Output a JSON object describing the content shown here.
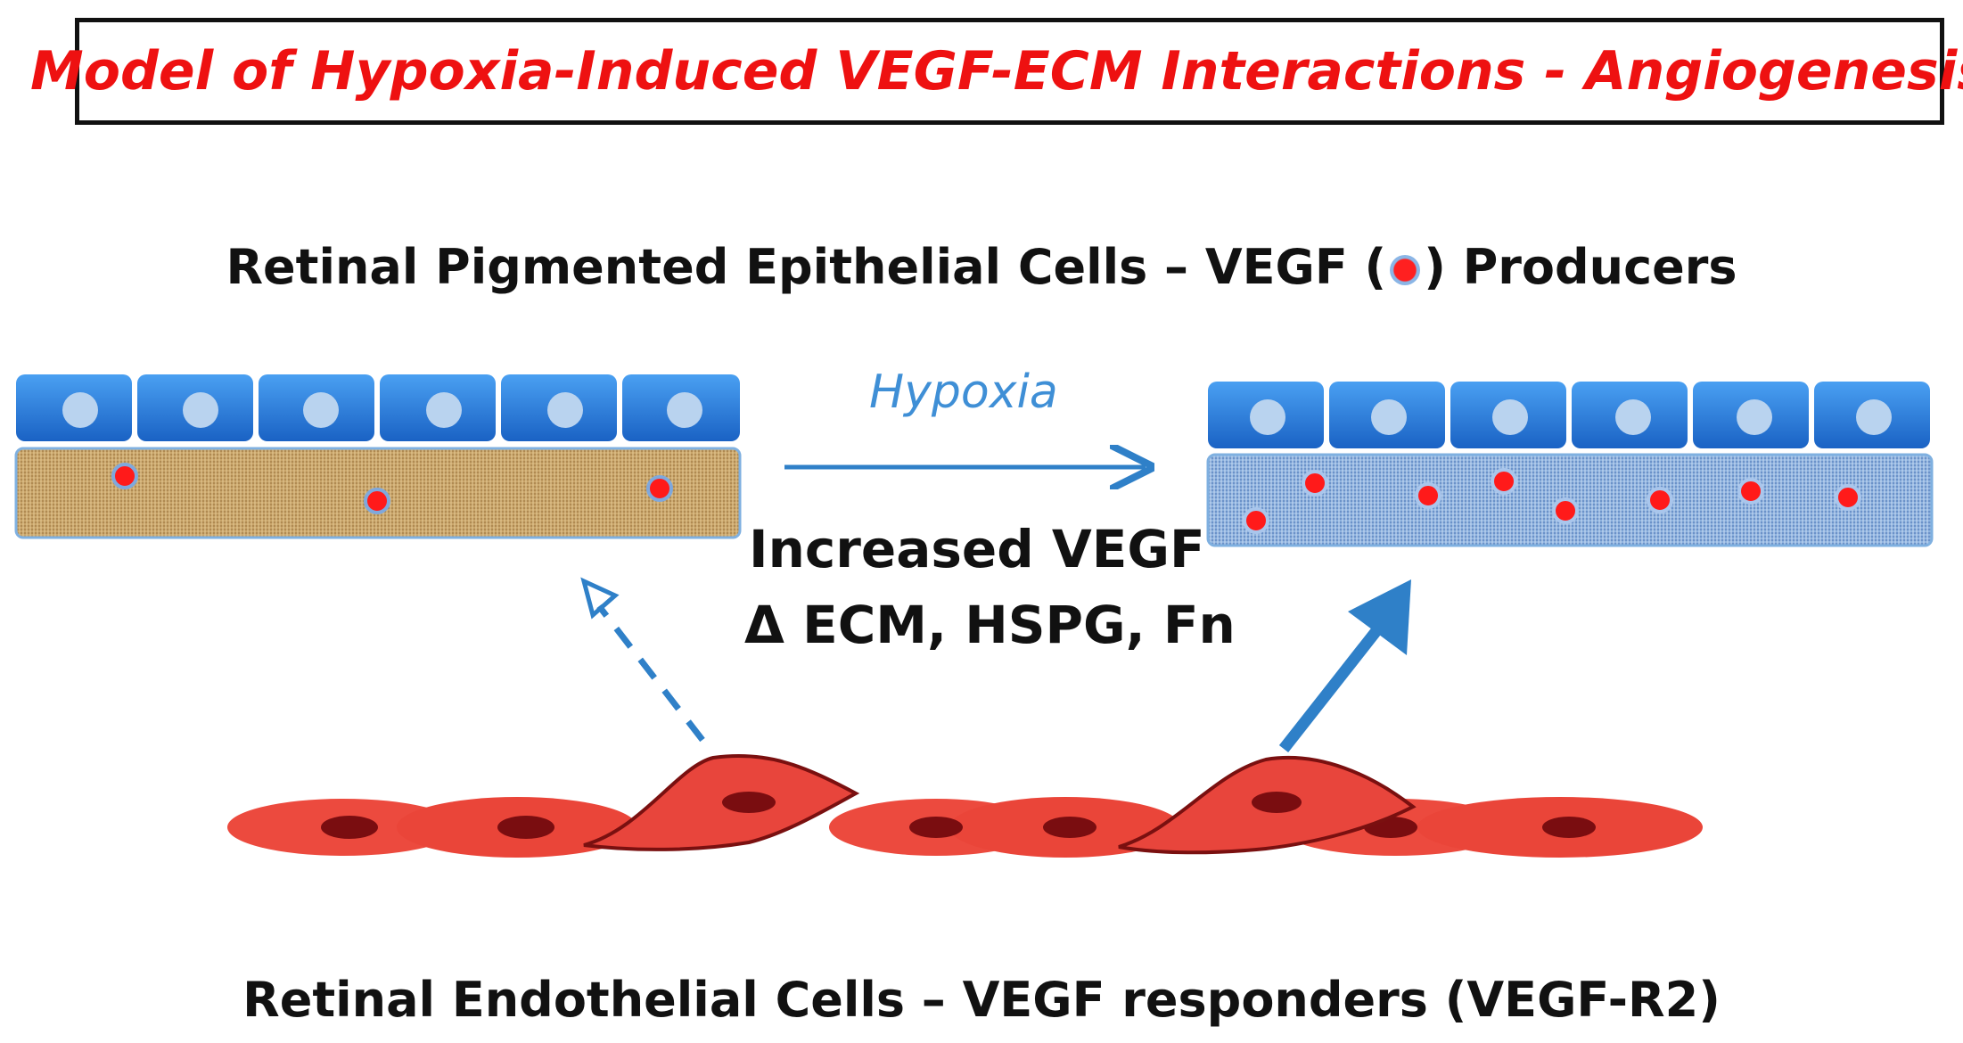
{
  "title": "Model of Hypoxia-Induced VEGF-ECM Interactions - Angiogenesis",
  "rpe_label": {
    "before": "Retinal Pigmented Epithelial Cells – VEGF (",
    "after": ") Producers"
  },
  "hypoxia_label": "Hypoxia",
  "increased_label": "Increased VEGF",
  "delta_label": "Δ ECM, HSPG, Fn",
  "rec_label": "Retinal Endothelial Cells – VEGF responders (VEGF-R2)",
  "colors": {
    "title_text": "#ee1111",
    "epithelial_cell": "#2b7fe0",
    "nucleus": "#b9d3ef",
    "normal_ecm": "#c9a56a",
    "hypoxic_ecm": "#8fb3df",
    "vegf_dot": "#ff1a1a",
    "endothelial_cell": "#e8453c",
    "arrow": "#2f80c8"
  },
  "icons": [
    "vegf-dot-icon",
    "hypoxia-arrow-icon",
    "dashed-arrow-icon",
    "solid-arrow-icon"
  ]
}
